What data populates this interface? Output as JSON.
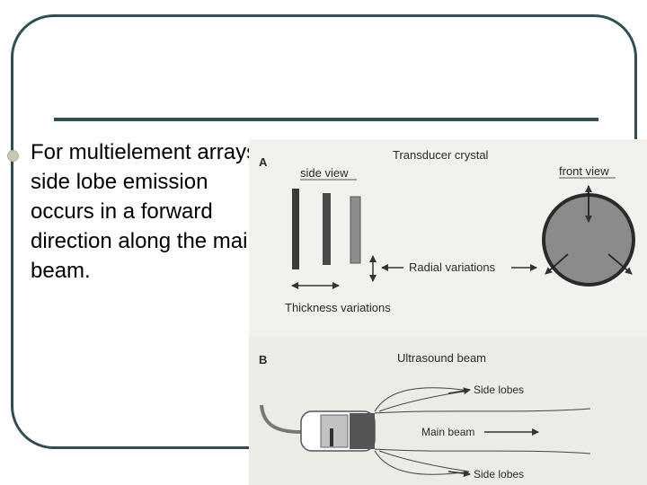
{
  "slide": {
    "bullet_text": "For multielement arrays, side lobe emission occurs in a forward direction along the main beam."
  },
  "figure": {
    "panel_a_letter": "A",
    "panel_b_letter": "B",
    "title": "Transducer crystal",
    "side_view_label": "side view",
    "front_view_label": "front view",
    "radial_label": "Radial variations",
    "thickness_label": "Thickness variations",
    "beam_title": "Ultrasound beam",
    "side_lobes_top": "Side lobes",
    "main_beam": "Main beam",
    "side_lobes_bottom": "Side lobes"
  },
  "colors": {
    "frame": "#2f4f55",
    "figure_background": "#f1f1ed"
  }
}
